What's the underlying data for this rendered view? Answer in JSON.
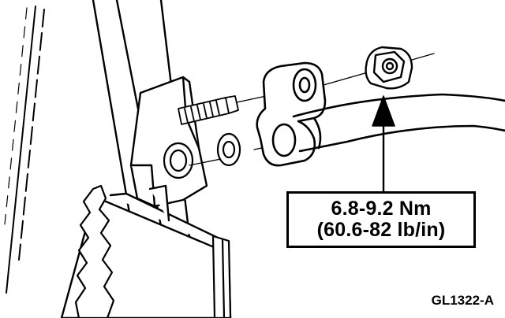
{
  "callout": {
    "line1": "6.8-9.2 Nm",
    "line2": "(60.6-82 lb/in)"
  },
  "figure_id": "GL1322-A",
  "colors": {
    "ink": "#000000",
    "paper": "#ffffff"
  }
}
